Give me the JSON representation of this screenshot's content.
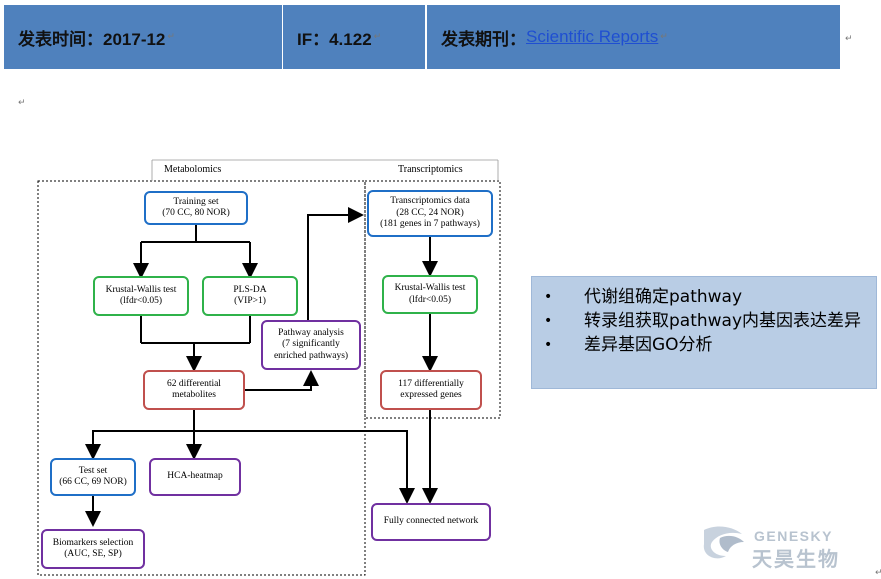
{
  "header": {
    "date_text": "发表时间：2017-12",
    "if_text": "IF：4.122",
    "journal_label": "发表期刊：",
    "journal_link": "Scientific Reports",
    "return_mark": "↵"
  },
  "flowchart": {
    "metabolomics_title": "Metabolomics",
    "transcriptomics_title": "Transcriptomics",
    "training_set": [
      "Training set",
      "(70 CC, 80 NOR)"
    ],
    "kw_test": [
      "Krustal-Wallis test",
      "(lfdr<0.05)"
    ],
    "plsda": [
      "PLS-DA",
      "(VIP>1)"
    ],
    "pathway_analysis": [
      "Pathway analysis",
      "(7 significantly",
      "enriched pathways)"
    ],
    "diff_metabolites": [
      "62 differential",
      "metabolites"
    ],
    "test_set": [
      "Test set",
      "(66 CC, 69 NOR)"
    ],
    "hca": [
      "HCA-heatmap"
    ],
    "biomarkers": [
      "Biomarkers selection",
      "(AUC, SE, SP)"
    ],
    "trans_data": [
      "Transcriptomics data",
      "(28 CC, 24 NOR)",
      "(181 genes in 7 pathways)"
    ],
    "trans_kw": [
      "Krustal-Wallis test",
      "(lfdr<0.05)"
    ],
    "diff_genes": [
      "117 differentially",
      "expressed genes"
    ],
    "network": [
      "Fully connected network"
    ]
  },
  "bullets": [
    "代谢组确定pathway",
    "转录组获取pathway内基因表达差异",
    "差异基因GO分析"
  ],
  "bullet_symbol": "•",
  "logo": {
    "en": "GENESKY",
    "cn": "天昊生物"
  },
  "colors": {
    "header_bg": "#4f81bd",
    "panel_bg": "#b9cde5",
    "link": "#1f4fd1",
    "blue": "#1f6fc7",
    "green": "#2fb24a",
    "red": "#c0504d",
    "purple": "#7030a0"
  }
}
